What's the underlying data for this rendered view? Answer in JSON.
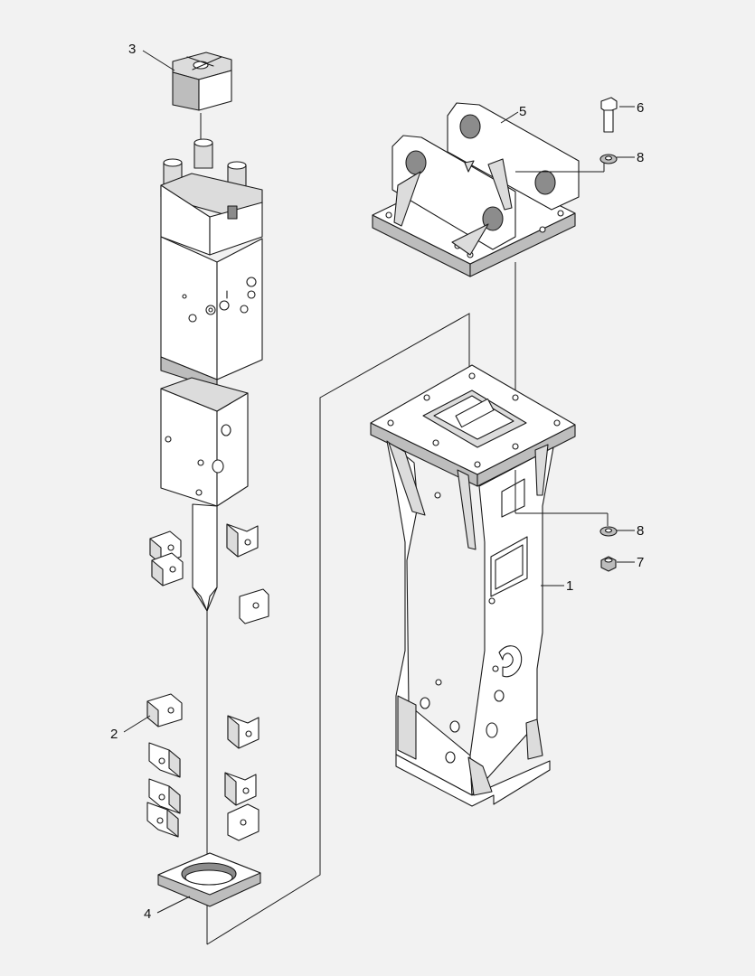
{
  "diagram": {
    "callouts": [
      {
        "id": "body",
        "label": "1"
      },
      {
        "id": "wear-pad",
        "label": "2"
      },
      {
        "id": "cap",
        "label": "3"
      },
      {
        "id": "bushing",
        "label": "4"
      },
      {
        "id": "bracket",
        "label": "5"
      },
      {
        "id": "bolt",
        "label": "6"
      },
      {
        "id": "nut",
        "label": "7"
      },
      {
        "id": "washer-top",
        "label": "8"
      },
      {
        "id": "washer-bottom",
        "label": "8"
      }
    ]
  }
}
